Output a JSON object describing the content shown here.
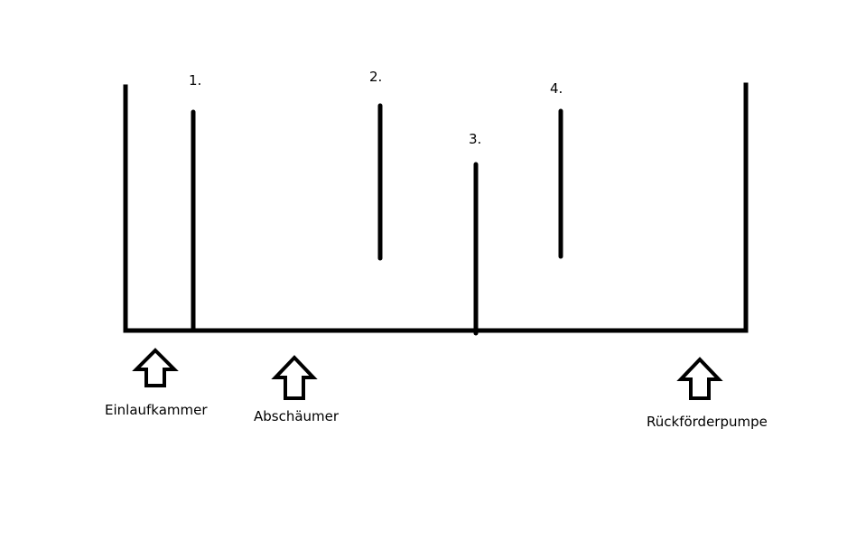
{
  "stroke_color": "#000000",
  "background_color": "#ffffff",
  "baffles": [
    {
      "number": "1."
    },
    {
      "number": "2."
    },
    {
      "number": "3."
    },
    {
      "number": "4."
    }
  ],
  "chambers": [
    {
      "label": "Einlaufkammer",
      "icon": "up-arrow-icon"
    },
    {
      "label": "Abschäumer",
      "icon": "up-arrow-icon"
    },
    {
      "label": "Rückförderpumpe",
      "icon": "up-arrow-icon"
    }
  ]
}
